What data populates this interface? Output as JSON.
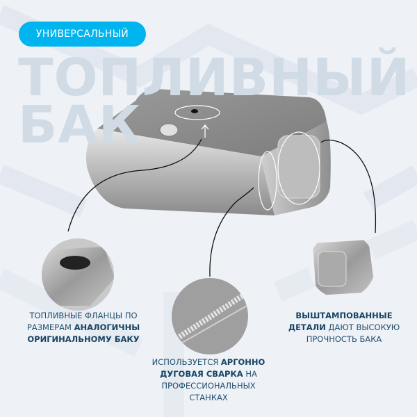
{
  "badge": {
    "label": "УНИВЕРСАЛЬНЫЙ",
    "color": "#00b4f0"
  },
  "title": {
    "line1": "ТОПЛИВНЫЙ",
    "line2": "БАК"
  },
  "features": [
    {
      "icon": "fuel-flange-closeup",
      "text_pre": "Топливные фланцы по размерам ",
      "text_bold": "аналогичны оригинальному баку",
      "text_post": ""
    },
    {
      "icon": "weld-seam-closeup",
      "text_pre": "Используется ",
      "text_bold": "аргонно дуговая сварка",
      "text_post": " на профессиональных станках"
    },
    {
      "icon": "stamped-parts-closeup",
      "text_pre": "",
      "text_bold": "Выштампованные детали",
      "text_post": " дают высокую прочность бака"
    }
  ],
  "colors": {
    "background": "#eef1f6",
    "text": "#22506f",
    "title": "#d0dbe5"
  }
}
